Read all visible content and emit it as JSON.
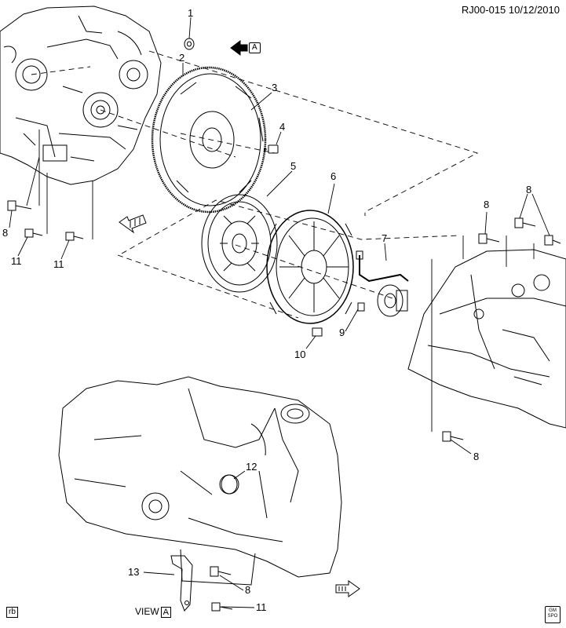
{
  "header": {
    "ref": "RJ00-015",
    "date": "10/12/2010"
  },
  "labels": {
    "n1": "1",
    "n2": "2",
    "n3": "3",
    "n4": "4",
    "n5": "5",
    "n6": "6",
    "n7": "7",
    "n8a": "8",
    "n8b": "8",
    "n8c": "8",
    "n8d": "8",
    "n8e": "8",
    "n9": "9",
    "n10": "10",
    "n11a": "11",
    "n11b": "11",
    "n11c": "11",
    "n12": "12",
    "n13": "13"
  },
  "view_tag": {
    "word": "VIEW",
    "letter": "A"
  },
  "arrow_tag": "A",
  "corner_tag": "rb",
  "gm_icon": "GM SPO"
}
